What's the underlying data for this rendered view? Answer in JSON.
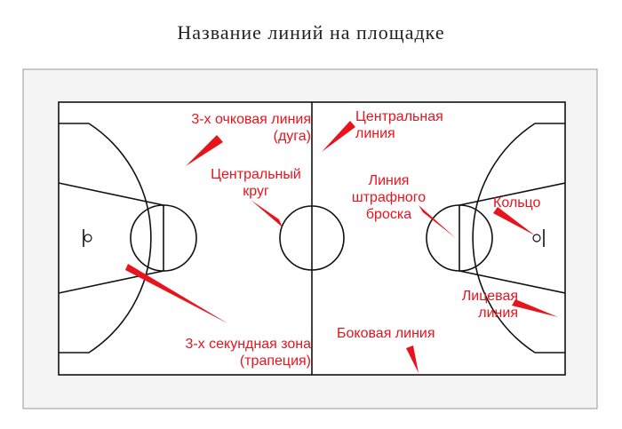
{
  "title": "Название линий на площадке",
  "colors": {
    "label": "#e8141d",
    "line": "#111111",
    "surround": "#f4f4f4",
    "border": "#999999"
  },
  "labels": {
    "three_point_arc": [
      "3-х очковая линия",
      "(дуга)"
    ],
    "center_line": [
      "Центральная",
      "линия"
    ],
    "center_circle": [
      "Центральный",
      "круг"
    ],
    "free_throw_line": [
      "Линия",
      "штрафного",
      "броска"
    ],
    "ring": [
      "Кольцо"
    ],
    "baseline": [
      "Лицевая",
      "линия"
    ],
    "sideline": [
      "Боковая линия"
    ],
    "three_second_zone": [
      "3-х секундная зона",
      "(трапеция)"
    ]
  }
}
